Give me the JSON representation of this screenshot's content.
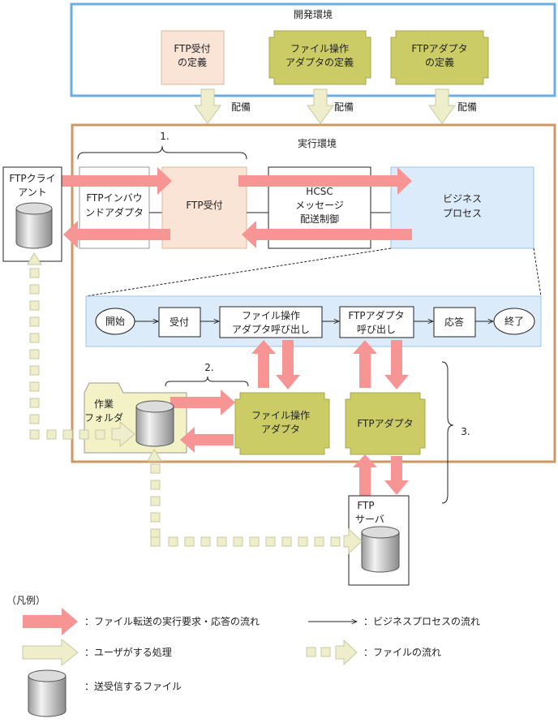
{
  "dev_env": {
    "title": "開発環境",
    "ftp_reception_def": [
      "FTP受付",
      "の定義"
    ],
    "file_op_adapter_def": [
      "ファイル操作",
      "アダプタの定義"
    ],
    "ftp_adapter_def": [
      "FTPアダプタ",
      "の定義"
    ]
  },
  "deploy_label": "配備",
  "exec_env": {
    "title": "実行環境",
    "bracket1": "1.",
    "bracket2": "2.",
    "bracket3": "3.",
    "inbound_adapter": [
      "FTPインバウ",
      "ンドアダプタ"
    ],
    "ftp_reception": "FTP受付",
    "hcsc": [
      "HCSC",
      "メッセージ",
      "配送制御"
    ],
    "business_process": [
      "ビジネス",
      "プロセス"
    ],
    "flow": {
      "start": "開始",
      "receive": "受付",
      "file_op_call": [
        "ファイル操作",
        "アダプタ呼び出し"
      ],
      "ftp_adapter_call": [
        "FTPアダプタ",
        "呼び出し"
      ],
      "response": "応答",
      "end": "終了"
    },
    "work_folder": [
      "作業",
      "フォルダ"
    ],
    "file_op_adapter": [
      "ファイル操作",
      "アダプタ"
    ],
    "ftp_adapter": "FTPアダプタ"
  },
  "ftp_client": [
    "FTPクライ",
    "アント"
  ],
  "ftp_server": [
    "FTP",
    "サーバ"
  ],
  "legend": {
    "title": "（凡例）",
    "red_arrow": "：ファイル転送の実行要求・応答の流れ",
    "thin_arrow": "：ビジネスプロセスの流れ",
    "yellow_arrow": "：ユーザがする処理",
    "dashed_arrow": "：ファイルの流れ",
    "cylinder": "：送受信するファイル"
  },
  "colors": {
    "dev_border": "#6aaee6",
    "exec_border": "#cc9966",
    "peach": "#f9e4d6",
    "olive": "#cccc66",
    "light_blue": "#dcebfa",
    "red_arrow": "#f79494",
    "yellow_arrow": "#eeeecc",
    "folder": "#f2f2c6"
  }
}
